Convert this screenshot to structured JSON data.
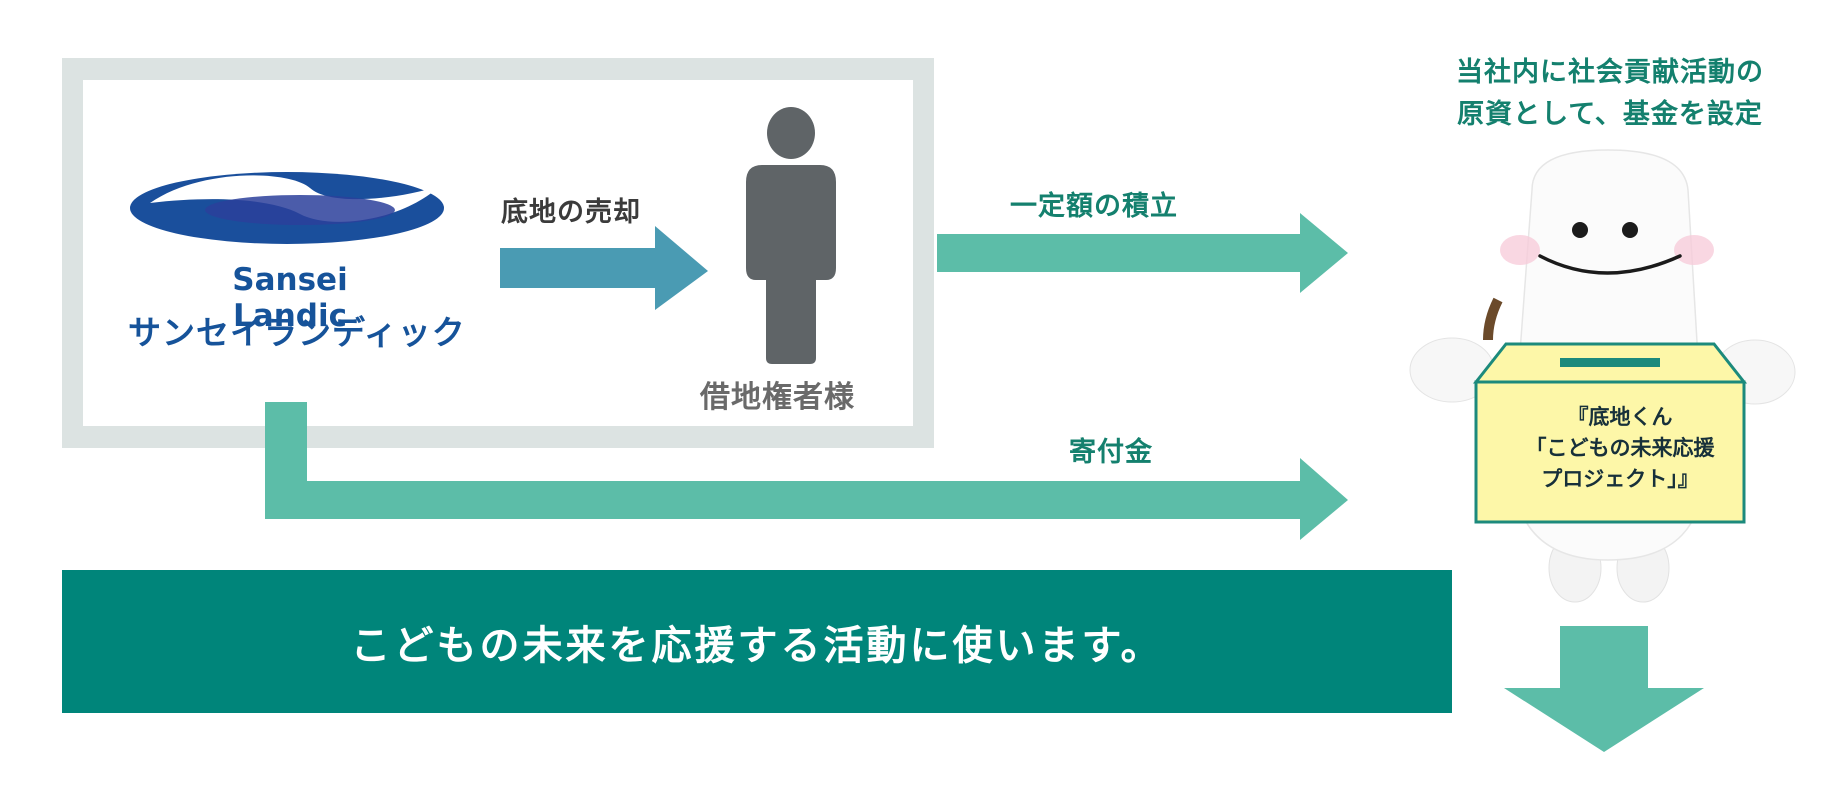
{
  "logo": {
    "name_en": "Sansei Landic",
    "name_ja": "サンセイランディック"
  },
  "flow": {
    "sale_label": "底地の売却",
    "person_label": "借地権者様",
    "reserve_label": "一定額の積立",
    "donation_label": "寄付金",
    "fund_line1": "当社内に社会貢献活動の",
    "fund_line2": "原資として、基金を設定"
  },
  "donation_box": {
    "line1": "『底地くん",
    "line2": "「こどもの未来応援",
    "line3": "プロジェクト」』"
  },
  "banner": {
    "text": "こどもの未来を応援する活動に使います。"
  },
  "colors": {
    "teal_arrow": "#5cbda8",
    "blue_arrow": "#4a9bb3",
    "banner": "#00857a",
    "logo_blue": "#16539a",
    "frame": "#dce3e2",
    "person": "#5f6467",
    "box_fill": "#fdf7a8"
  }
}
